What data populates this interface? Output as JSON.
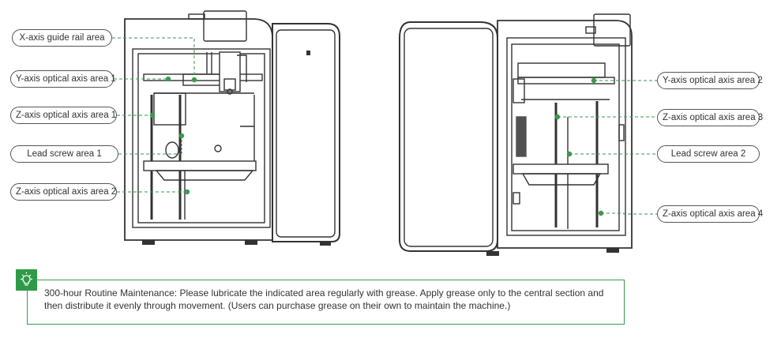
{
  "callouts": {
    "x_axis_guide_rail": "X-axis guide rail area",
    "y_axis_optical_1": "Y-axis optical axis area 1",
    "z_axis_optical_1": "Z-axis optical axis area 1",
    "lead_screw_1": "Lead screw area 1",
    "z_axis_optical_2": "Z-axis optical axis area 2",
    "y_axis_optical_2": "Y-axis optical axis area 2",
    "z_axis_optical_3": "Z-axis optical axis area 3",
    "lead_screw_2": "Lead screw area 2",
    "z_axis_optical_4": "Z-axis optical axis area 4"
  },
  "note": {
    "text": "300-hour Routine Maintenance: Please lubricate the indicated area regularly with grease. Apply grease only to the central section and then distribute it evenly through movement. (Users can purchase grease on their own to maintain the machine.)",
    "icon": "lightbulb-icon"
  },
  "colors": {
    "accent_green": "#2e9a47",
    "marker_green": "#3a9a4e",
    "line_dark": "#333333"
  }
}
